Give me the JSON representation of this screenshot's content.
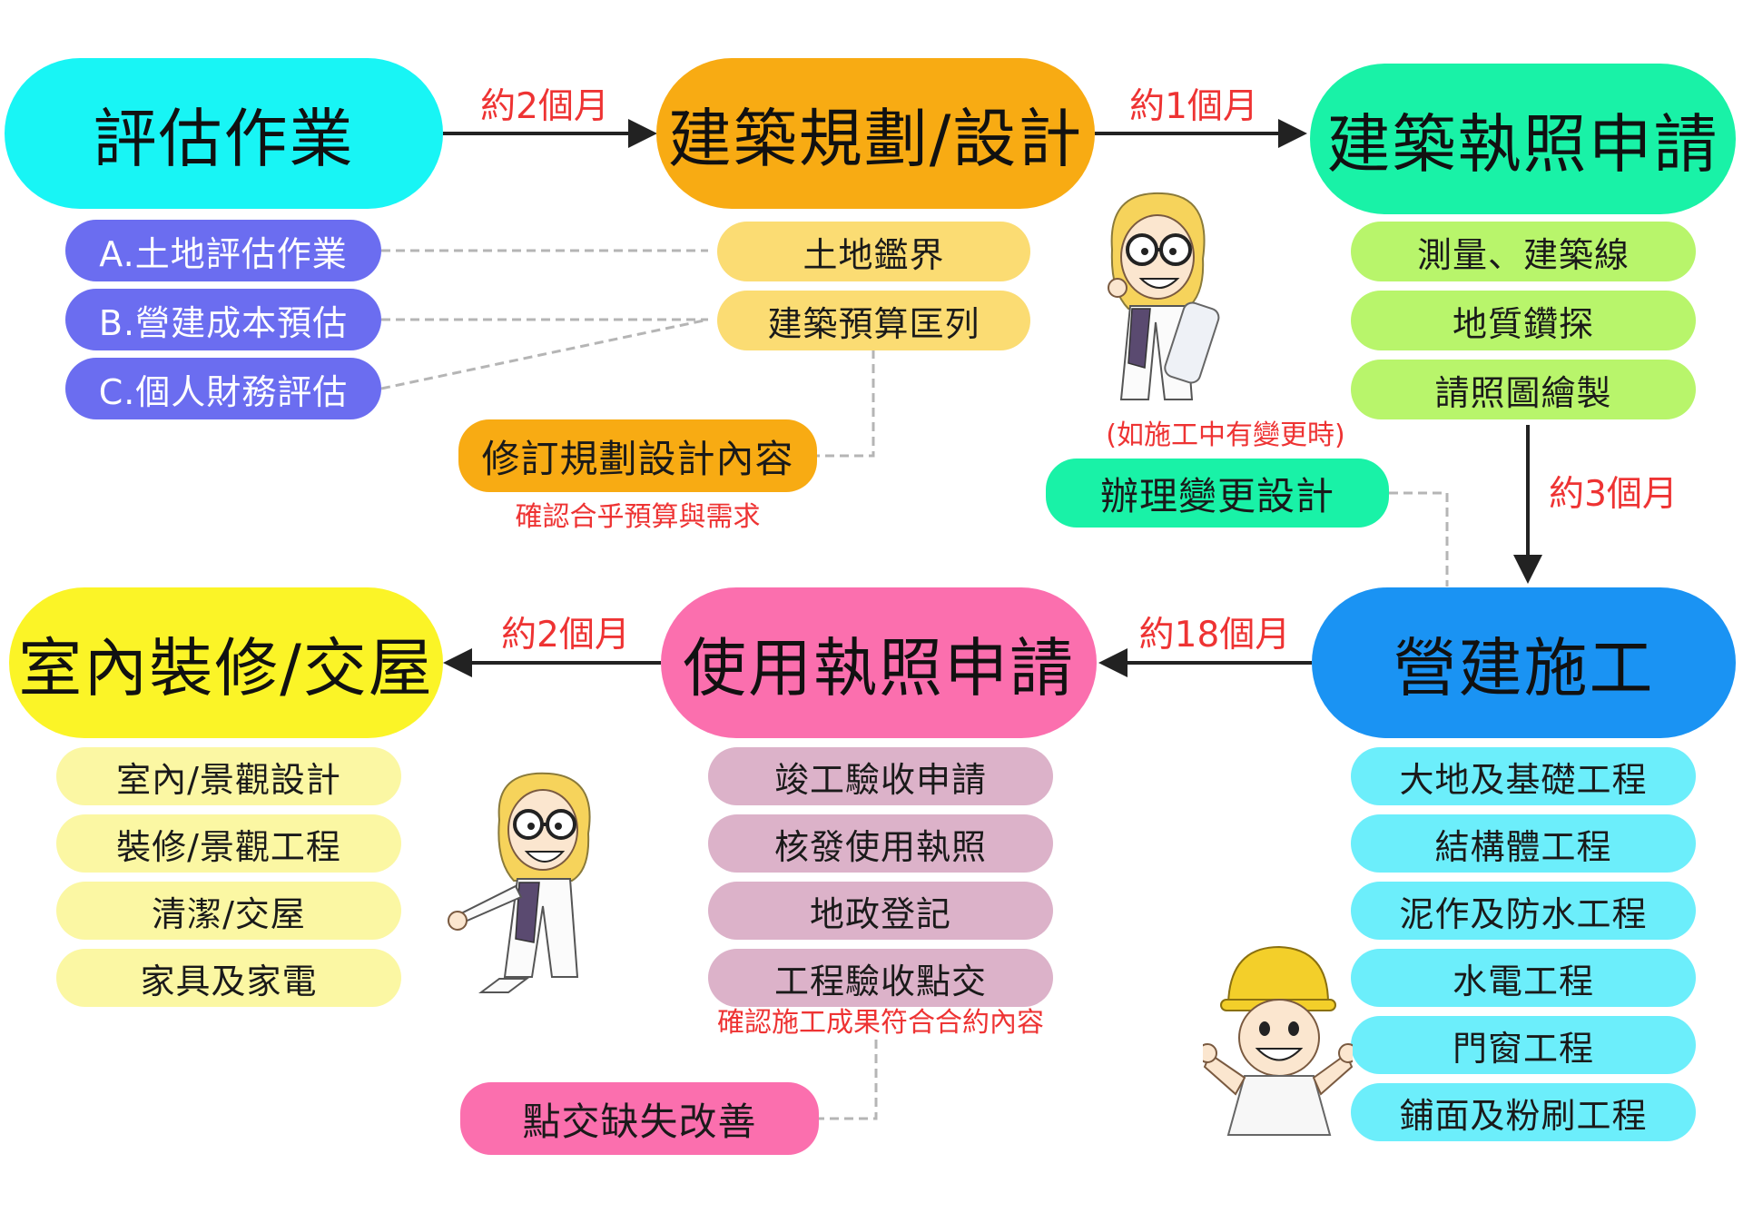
{
  "stages": {
    "evaluation": "評估作業",
    "planning": "建築規劃/設計",
    "permit": "建築執照申請",
    "construction": "營建施工",
    "usage_permit": "使用執照申請",
    "interior": "室內裝修/交屋"
  },
  "durations": {
    "eval_to_planning": "約2個月",
    "planning_to_permit": "約1個月",
    "permit_to_construction": "約3個月",
    "construction_to_usage": "約18個月",
    "usage_to_interior": "約2個月"
  },
  "evaluation_items": [
    "A.土地評估作業",
    "B.營建成本預估",
    "C.個人財務評估"
  ],
  "planning_items": [
    "土地鑑界",
    "建築預算匡列"
  ],
  "revise_design": "修訂規劃設計內容",
  "revise_note": "確認合乎預算與需求",
  "permit_items": [
    "測量、建築線",
    "地質鑽探",
    "請照圖繪製"
  ],
  "change_note": "(如施工中有變更時)",
  "change_design": "辦理變更設計",
  "construction_items": [
    "大地及基礎工程",
    "結構體工程",
    "泥作及防水工程",
    "水電工程",
    "門窗工程",
    "鋪面及粉刷工程"
  ],
  "usage_items": [
    "竣工驗收申請",
    "核發使用執照",
    "地政登記",
    "工程驗收點交"
  ],
  "usage_note": "確認施工成果符合合約內容",
  "defect_fix": "點交缺失改善",
  "interior_items": [
    "室內/景觀設計",
    "裝修/景觀工程",
    "清潔/交屋",
    "家具及家電"
  ],
  "colors": {
    "evaluation": "#18f5f5",
    "planning": "#f8ab13",
    "permit": "#19f2a7",
    "construction": "#1a93f3",
    "usage_permit": "#fb6fae",
    "interior": "#fbf427",
    "evaluation_items": "#6b6df0",
    "planning_items": "#fbdc73",
    "permit_items": "#b8f56b",
    "construction_items": "#6ceefb",
    "usage_items": "#dcb2c9",
    "interior_items": "#fbf7a3",
    "arrow": "#222222",
    "dashed": "#b5b5b5",
    "duration_text": "#ee3333"
  }
}
